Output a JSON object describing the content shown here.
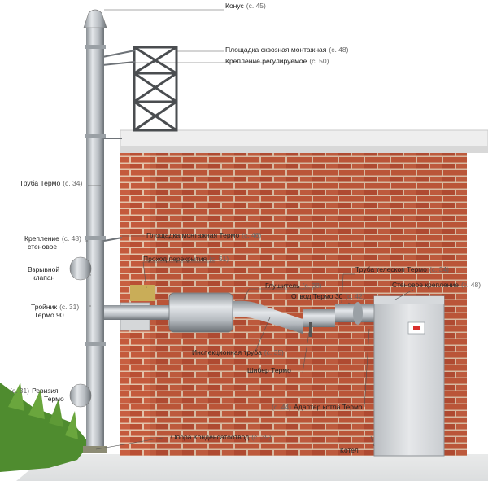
{
  "labels": {
    "konus": {
      "name": "Конус",
      "page": "(с. 45)"
    },
    "platform_through": {
      "name": "Площадка сквозная монтажная",
      "page": "(с. 48)"
    },
    "mount_adjustable": {
      "name": "Крепление регулируемое",
      "page": "(с. 50)"
    },
    "pipe_termo": {
      "name": "Труба Термо",
      "page": "(с. 34)"
    },
    "wall_mount": {
      "name": "Крепление",
      "page": "(с. 48)",
      "sub": "стеновое"
    },
    "platform_termo": {
      "name": "Площадка монтажная Термо",
      "page": "(с. 46)"
    },
    "ceiling_pass": {
      "name": "Проход перекрытия",
      "page": "(с. 51)"
    },
    "explosion_valve": {
      "line1": "Взрывной",
      "line2": "клапан"
    },
    "muffler": {
      "name": "Глушитель",
      "page": "(с. 38)"
    },
    "telescope_pipe": {
      "name": "Труба телескоп Термо",
      "page": "(с. 34)"
    },
    "elbow_termo": {
      "name": "Отвод Термо 30",
      "page": "(с. 42)"
    },
    "wall_bracket": {
      "name": "Стеновое крепление",
      "page": "(с. 48)"
    },
    "tee_termo": {
      "name": "Тройник",
      "page": "(с. 31)",
      "sub": "Термо 90"
    },
    "inspection_pipe": {
      "name": "Инспекционная труба",
      "page": "(с. 35)"
    },
    "damper_termo": {
      "name": "Шибер Термо"
    },
    "revision_termo": {
      "page": "(с. 31)",
      "name": "Ревизия",
      "sub": "Термо"
    },
    "boiler_adapter": {
      "page": "(с. 44)",
      "name": "Адаптер котла Термо"
    },
    "condensate_support": {
      "name": "Опора Конденсатоотвод",
      "page": "(с. 39)"
    },
    "boiler": {
      "name": "Котел"
    }
  },
  "colors": {
    "brick": "#c2563a",
    "brick_dark": "#a9452e",
    "mortar": "#e8c9b2",
    "steel_light": "#d6d9dc",
    "steel_dark": "#7d8388",
    "grass": "#4f8c2f",
    "leader": "#555555"
  }
}
